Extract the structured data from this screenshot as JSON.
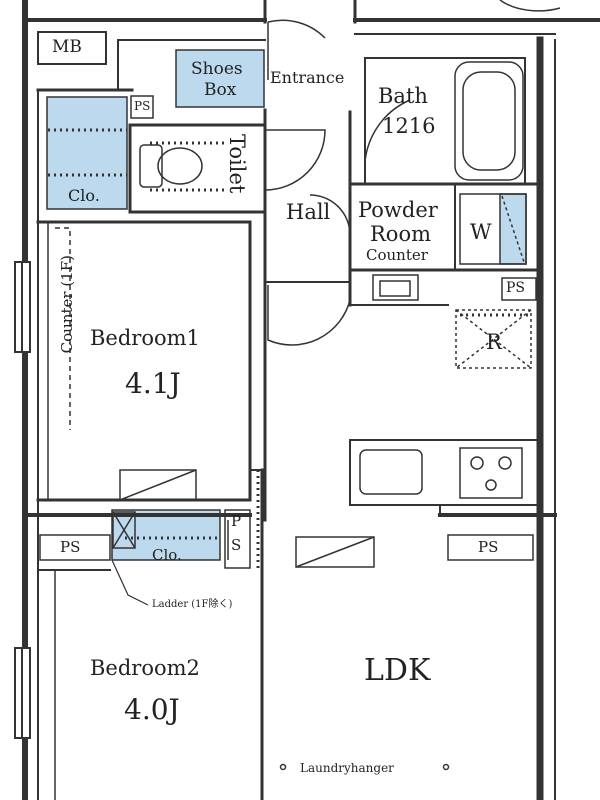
{
  "rooms": {
    "mb": "MB",
    "shoes_box": [
      "Shoes",
      "Box"
    ],
    "entrance": "Entrance",
    "bath": [
      "Bath",
      "1216"
    ],
    "ps_top": "PS",
    "toilet": "Toilet",
    "hall": "Hall",
    "powder_room": [
      "Powder",
      "Room"
    ],
    "counter_powder": "Counter",
    "washer": "W",
    "ps_right": "PS",
    "refrigerator": "R",
    "closet_1": "Clo.",
    "counter_1f": "Counter (1F)",
    "bedroom1": [
      "Bedroom1",
      "4.1J"
    ],
    "ps_mid_left": "PS",
    "ps_small": [
      "P",
      "S"
    ],
    "ps_mid_right": "PS",
    "closet_2": "Clo.",
    "ladder_note": "Ladder (1F除く)",
    "bedroom2": [
      "Bedroom2",
      "4.0J"
    ],
    "ldk": "LDK",
    "laundry_hanger": "Laundryhanger"
  },
  "colors": {
    "wall": "#333333",
    "storage_fill": "#bcd9ee",
    "fixture": "#444444"
  }
}
